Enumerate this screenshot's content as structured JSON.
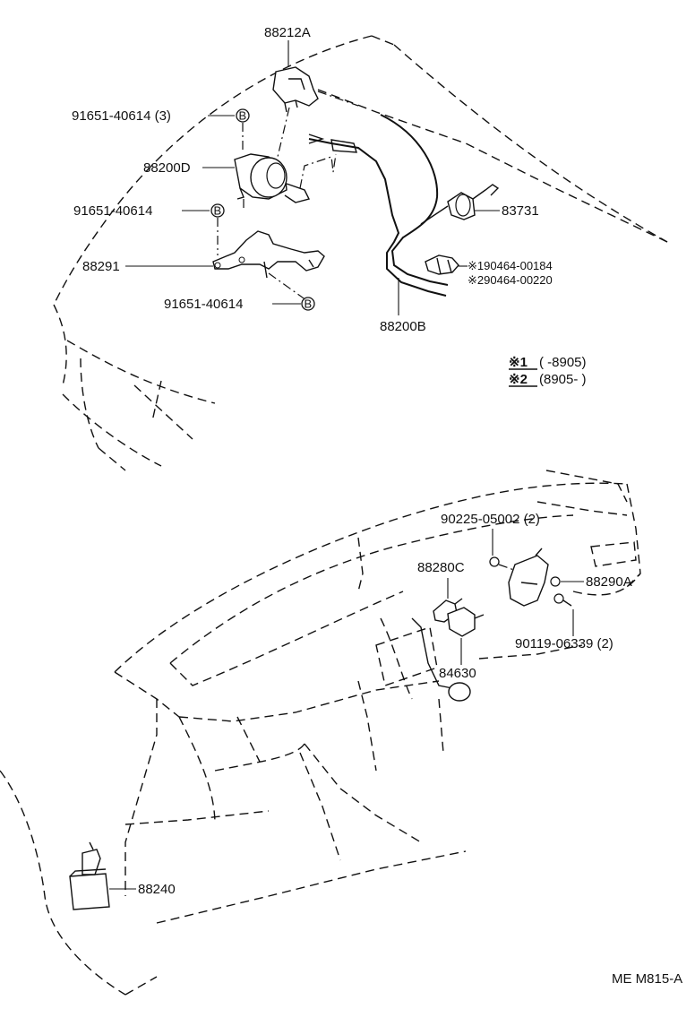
{
  "labels": {
    "p88212A": "88212A",
    "p91651_40614_3": "91651-40614 (3)",
    "p88200D": "88200D",
    "p91651_40614_a": "91651-40614",
    "p88291": "88291",
    "p91651_40614_b": "91651-40614",
    "p83731": "83731",
    "p90464_1": "※190464-00184",
    "p90464_2": "※290464-00220",
    "p88200B": "88200B",
    "note1_mark": "※1",
    "note1_text": "(     -8905)",
    "note2_mark": "※2",
    "note2_text": "(8905-     )",
    "p90225": "90225-05002 (2)",
    "p88280C": "88280C",
    "p88290A": "88290A",
    "p90119": "90119-06339 (2)",
    "p84630": "84630",
    "p88240": "88240",
    "footer": "ME M815-A"
  },
  "markers": {
    "bolt_b": "B"
  }
}
